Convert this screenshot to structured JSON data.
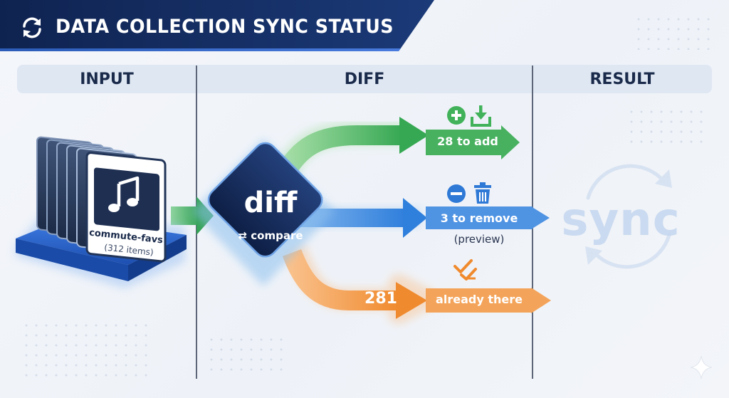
{
  "header": {
    "title": "DATA COLLECTION SYNC STATUS",
    "icon": "sync-arrows-icon"
  },
  "columns": {
    "input": "INPUT",
    "diff": "DIFF",
    "result": "RESULT"
  },
  "input": {
    "collection_name": "commute-favs",
    "item_count": "(312 items)",
    "icon": "music-note-icon"
  },
  "diff_node": {
    "title": "diff",
    "subtitle": "compare",
    "icon": "swap-arrows-icon"
  },
  "outcomes": [
    {
      "id": "add",
      "label": "28 to add",
      "color": "#3aa856",
      "icons": [
        "plus-circle-icon",
        "download-icon"
      ]
    },
    {
      "id": "remove",
      "label": "3 to remove",
      "note": "(preview)",
      "color": "#2f7fdc",
      "icons": [
        "minus-circle-icon",
        "trash-icon"
      ]
    },
    {
      "id": "existing",
      "count": "281",
      "label": "already there",
      "color": "#f08a2e",
      "icons": [
        "double-check-icon"
      ]
    }
  ],
  "result": {
    "watermark": "sync"
  }
}
